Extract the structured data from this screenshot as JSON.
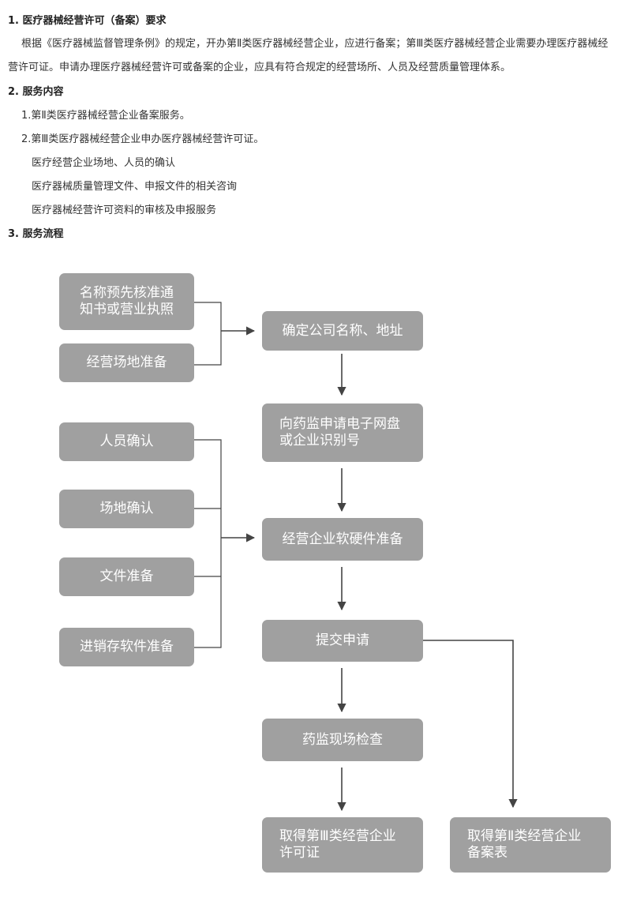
{
  "sections": {
    "s1_title": "1. 医疗器械经营许可（备案）要求",
    "s1_body": "根据《医疗器械监督管理条例》的规定，开办第Ⅱ类医疗器械经营企业，应进行备案；第Ⅲ类医疗器械经营企业需要办理医疗器械经营许可证。申请办理医疗器械经营许可或备案的企业，应具有符合规定的经营场所、人员及经营质量管理体系。",
    "s2_title": "2. 服务内容",
    "s2_item1": "1.第Ⅱ类医疗器械经营企业备案服务。",
    "s2_item2": "2.第Ⅲ类医疗器械经营企业申办医疗器械经营许可证。",
    "s2_sub1": "医疗经营企业场地、人员的确认",
    "s2_sub2": "医疗器械质量管理文件、申报文件的相关咨询",
    "s2_sub3": "医疗器械经营许可资料的审核及申报服务",
    "s3_title": "3. 服务流程"
  },
  "flow": {
    "pre_name_l1": "名称预先核准通",
    "pre_name_l2": "知书或营业执照",
    "site_prep": "经营场地准备",
    "confirm_name": "确定公司名称、地址",
    "apply_l1": "向药监申请电子网盘",
    "apply_l2": "或企业识别号",
    "staff_confirm": "人员确认",
    "site_confirm": "场地确认",
    "doc_prep": "文件准备",
    "inv_software": "进销存软件准备",
    "hw_sw_prep": "经营企业软硬件准备",
    "submit": "提交申请",
    "inspection": "药监现场检查",
    "license_l1": "取得第Ⅲ类经营企业",
    "license_l2": "许可证",
    "filing_l1": "取得第Ⅱ类经营企业",
    "filing_l2": "备案表",
    "box_color": "#a0a0a0",
    "line_color": "#444444"
  }
}
